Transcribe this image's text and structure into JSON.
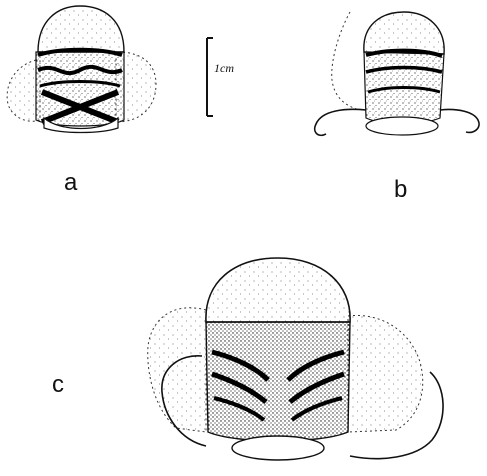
{
  "figure": {
    "panels": [
      {
        "id": "a",
        "label": "a"
      },
      {
        "id": "b",
        "label": "b"
      },
      {
        "id": "c",
        "label": "c"
      }
    ],
    "scale_bar": {
      "label": "1cm"
    }
  }
}
